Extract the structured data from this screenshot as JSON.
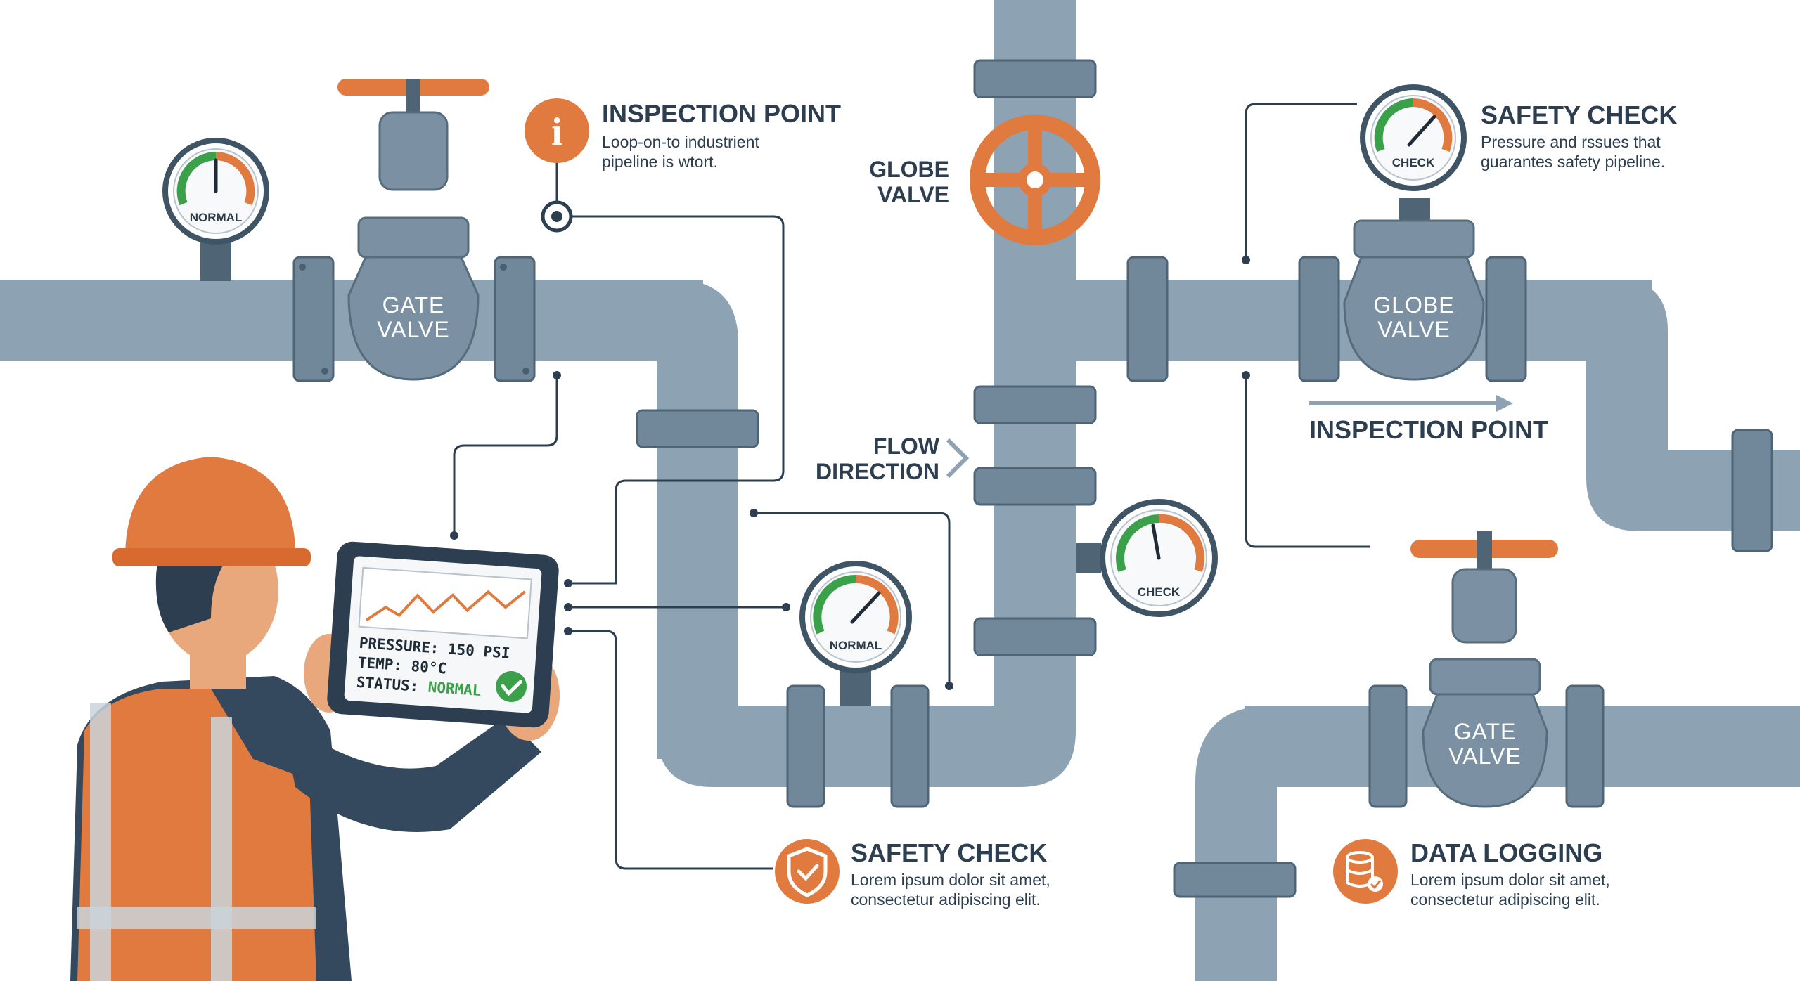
{
  "colors": {
    "pipe": "#8da3b4",
    "accent": "#e07a3f",
    "text": "#2c3e50",
    "ok": "#3aa04a"
  },
  "valves": {
    "gate_left": [
      "GATE",
      "VALVE"
    ],
    "globe_right": [
      "GLOBE",
      "VALVE"
    ],
    "gate_bottom": [
      "GATE",
      "VALVE"
    ],
    "globe_wheel": [
      "GLOBE",
      "VALVE"
    ]
  },
  "gauges": {
    "top_left": "NORMAL",
    "top_right": "CHECK",
    "middle": "NORMAL",
    "right_vertical": "CHECK"
  },
  "flow": {
    "line1": "FLOW",
    "line2": "DIRECTION"
  },
  "callouts": {
    "inspection_top": {
      "title": "INSPECTION POINT",
      "line1": "Loop-on-to industrient",
      "line2": "pipeline is wtort.",
      "icon": "info-icon"
    },
    "safety_top": {
      "title": "SAFETY CHECK",
      "line1": "Pressure and rssues that",
      "line2": "guarantes safety pipeline."
    },
    "inspection_right": {
      "title": "INSPECTION POINT"
    },
    "safety_bottom": {
      "title": "SAFETY CHECK",
      "line1": "Lorem ipsum dolor sit amet,",
      "line2": "consectetur adipiscing elit.",
      "icon": "shield-check-icon"
    },
    "data_logging": {
      "title": "DATA LOGGING",
      "line1": "Lorem ipsum dolor sit amet,",
      "line2": "consectetur adipiscing elit.",
      "icon": "database-check-icon"
    }
  },
  "tablet": {
    "pressure": "PRESSURE: 150 PSI",
    "temp": "TEMP: 80°C",
    "status_label": "STATUS:",
    "status_value": "NORMAL"
  }
}
